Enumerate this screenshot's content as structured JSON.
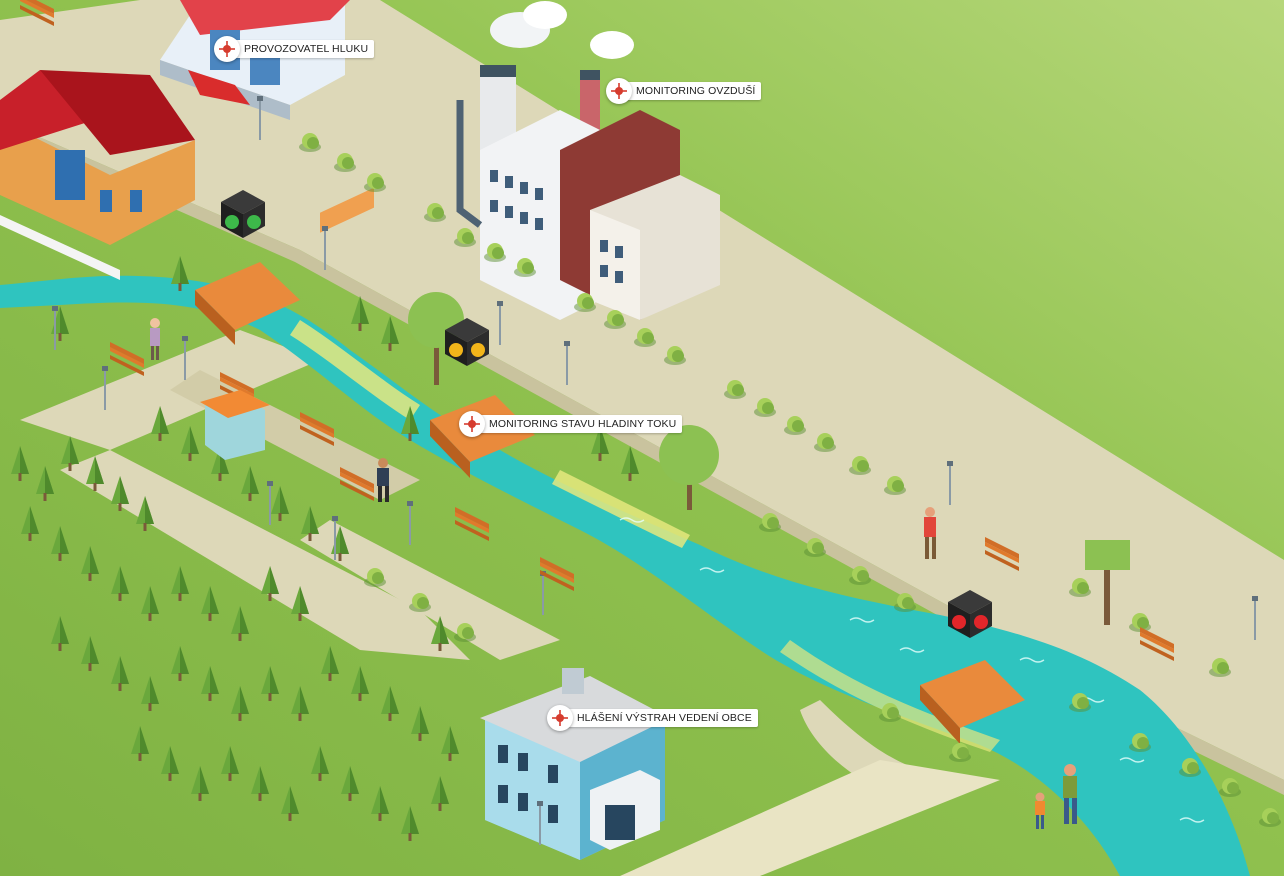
{
  "markers": {
    "noise_operator": "PROVOZOVATEL HLUKU",
    "air_monitoring": "MONITORING OVZDUŠÍ",
    "water_level": "MONITORING STAVU HLADINY TOKU",
    "municipal_alerts": "HLÁŠENÍ VÝSTRAH VEDENÍ OBCE"
  },
  "icons": {
    "marker": "crosshair-pin-icon",
    "signal_green": "green-traffic-signal-icon",
    "signal_yellow": "yellow-traffic-signal-icon",
    "signal_red": "red-traffic-signal-icon"
  },
  "colors": {
    "grass": "#8fbf4f",
    "grass_light": "#b6d77a",
    "path": "#ddd8b8",
    "river": "#2fc4bf",
    "river_bank": "#e5e77e",
    "marker_red": "#d63c2f",
    "signal_green": "#3db84a",
    "signal_yellow": "#f2b51a",
    "signal_red": "#e2262a"
  }
}
